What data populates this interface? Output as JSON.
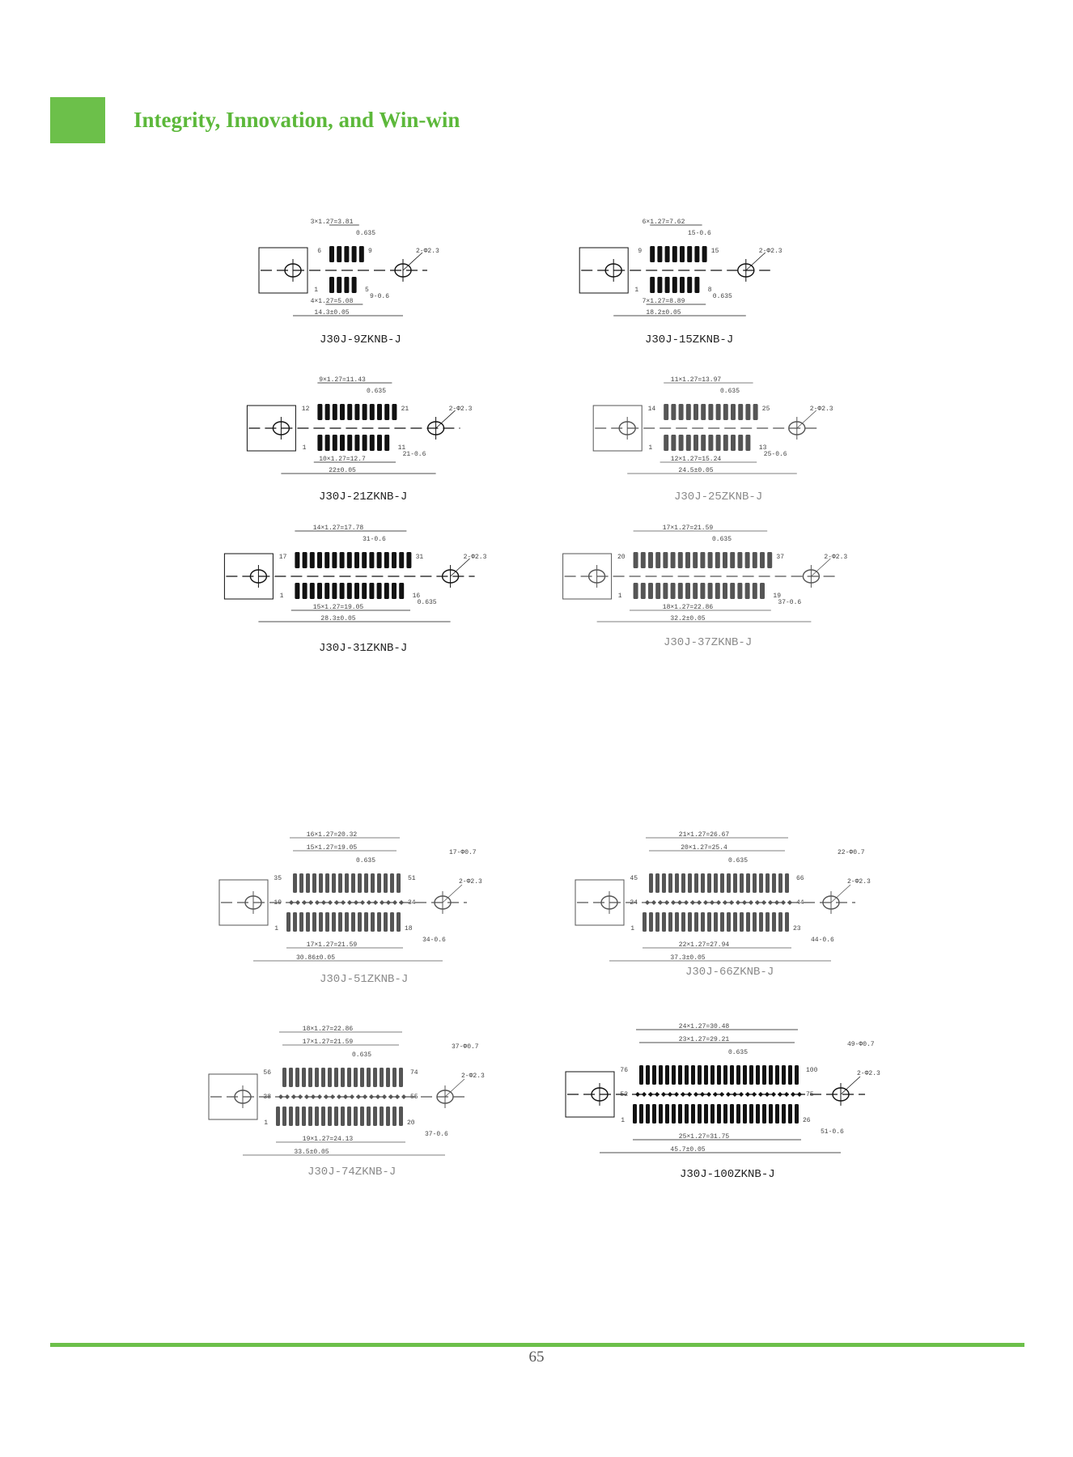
{
  "header": {
    "title": "Integrity, Innovation, and Win-win"
  },
  "figures": [
    {
      "id": "j30j-9",
      "caption": "J30J-9ZKNB-J",
      "light": false,
      "top_pins": 5,
      "bottom_pins": 4,
      "dims": [
        "3×1.27=3.81",
        "0.635",
        "2-Φ2.3",
        "9-0.6",
        "4×1.27=5.08",
        "14.3±0.05"
      ],
      "pin_labels": [
        "6",
        "9",
        "1",
        "5"
      ]
    },
    {
      "id": "j30j-15",
      "caption": "J30J-15ZKNB-J",
      "light": false,
      "top_pins": 8,
      "bottom_pins": 7,
      "dims": [
        "6×1.27=7.62",
        "15-0.6",
        "2-Φ2.3",
        "0.635",
        "7×1.27=8.89",
        "18.2±0.05"
      ],
      "pin_labels": [
        "9",
        "15",
        "1",
        "8"
      ]
    },
    {
      "id": "j30j-21",
      "caption": "J30J-21ZKNB-J",
      "light": false,
      "top_pins": 11,
      "bottom_pins": 10,
      "dims": [
        "9×1.27=11.43",
        "0.635",
        "2-Φ2.3",
        "21-0.6",
        "10×1.27=12.7",
        "22±0.05"
      ],
      "pin_labels": [
        "12",
        "21",
        "1",
        "11"
      ]
    },
    {
      "id": "j30j-25",
      "caption": "J30J-25ZKNB-J",
      "light": true,
      "top_pins": 13,
      "bottom_pins": 12,
      "dims": [
        "11×1.27=13.97",
        "0.635",
        "2-Φ2.3",
        "25-0.6",
        "12×1.27=15.24",
        "24.5±0.05"
      ],
      "pin_labels": [
        "14",
        "25",
        "1",
        "13"
      ]
    },
    {
      "id": "j30j-31",
      "caption": "J30J-31ZKNB-J",
      "light": false,
      "top_pins": 16,
      "bottom_pins": 15,
      "dims": [
        "14×1.27=17.78",
        "31-0.6",
        "2-Φ2.3",
        "0.635",
        "15×1.27=19.05",
        "28.3±0.05"
      ],
      "pin_labels": [
        "17",
        "31",
        "1",
        "16"
      ]
    },
    {
      "id": "j30j-37",
      "caption": "J30J-37ZKNB-J",
      "light": true,
      "top_pins": 19,
      "bottom_pins": 18,
      "dims": [
        "17×1.27=21.59",
        "0.635",
        "2-Φ2.3",
        "37-0.6",
        "18×1.27=22.86",
        "32.2±0.05"
      ],
      "pin_labels": [
        "20",
        "37",
        "1",
        "19"
      ]
    },
    {
      "id": "j30j-51",
      "caption": "J30J-51ZKNB-J",
      "light": true,
      "top_pins": 17,
      "bottom_pins": 18,
      "dims": [
        "16×1.27=20.32",
        "15×1.27=19.05",
        "0.635",
        "17-Φ0.7",
        "2-Φ2.3",
        "34-0.6",
        "17×1.27=21.59",
        "30.86±0.05"
      ],
      "pin_labels": [
        "35",
        "51",
        "19",
        "34",
        "1",
        "18"
      ]
    },
    {
      "id": "j30j-66",
      "caption": "J30J-66ZKNB-J",
      "light": true,
      "top_pins": 22,
      "bottom_pins": 23,
      "dims": [
        "21×1.27=26.67",
        "20×1.27=25.4",
        "0.635",
        "22-Φ0.7",
        "2-Φ2.3",
        "44-0.6",
        "22×1.27=27.94",
        "37.3±0.05"
      ],
      "pin_labels": [
        "45",
        "66",
        "24",
        "44",
        "1",
        "23"
      ]
    },
    {
      "id": "j30j-74",
      "caption": "J30J-74ZKNB-J",
      "light": true,
      "top_pins": 19,
      "bottom_pins": 20,
      "dims": [
        "18×1.27=22.86",
        "17×1.27=21.59",
        "0.635",
        "37-Φ0.7",
        "2-Φ2.3",
        "37-0.6",
        "19×1.27=24.13",
        "33.5±0.05"
      ],
      "pin_labels": [
        "56",
        "74",
        "38",
        "55",
        "1",
        "20"
      ]
    },
    {
      "id": "j30j-100",
      "caption": "J30J-100ZKNB-J",
      "light": false,
      "top_pins": 25,
      "bottom_pins": 26,
      "dims": [
        "24×1.27=30.48",
        "23×1.27=29.21",
        "0.635",
        "49-Φ0.7",
        "2-Φ2.3",
        "51-0.6",
        "25×1.27=31.75",
        "45.7±0.05"
      ],
      "pin_labels": [
        "76",
        "100",
        "52",
        "75",
        "1",
        "26"
      ]
    }
  ],
  "footer": {
    "page_number": "65"
  }
}
